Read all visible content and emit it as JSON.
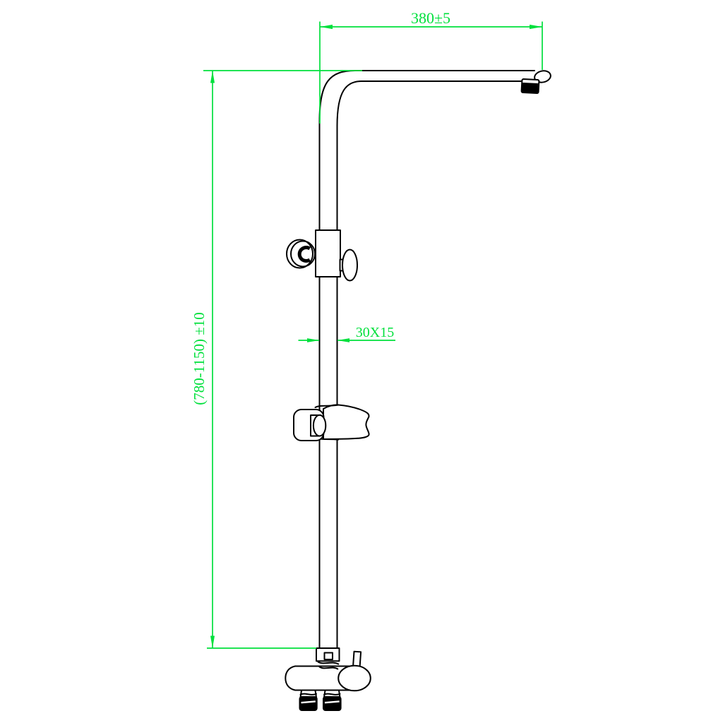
{
  "drawing": {
    "type": "technical-line-drawing",
    "subject": "shower column riser rail with top arm and diverter valve",
    "dimensions": {
      "top_width": "380±5",
      "height_range": "(780-1150) ±10",
      "bar_section": "30X15"
    }
  },
  "colors": {
    "background": "#ffffff",
    "outline": "#000000",
    "dimension": "#00E03C"
  }
}
